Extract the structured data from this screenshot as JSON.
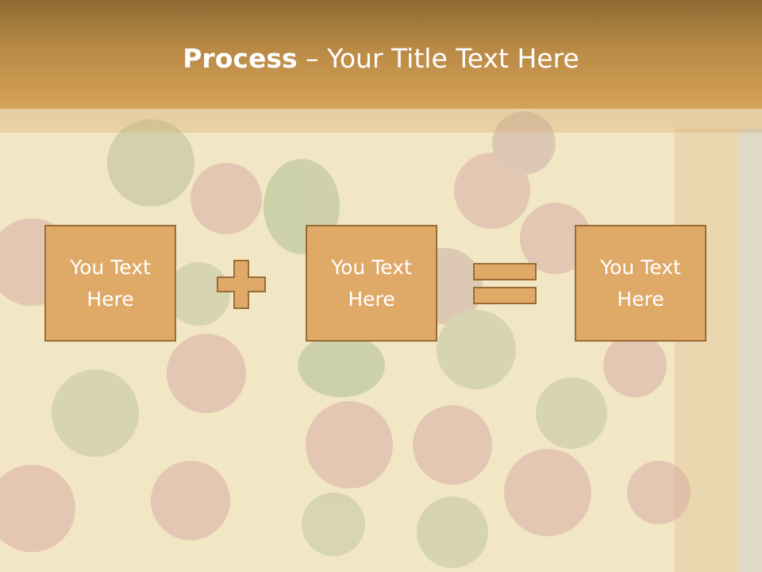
{
  "slide": {
    "title_bold": "Process",
    "title_rest": " – Your Title Text Here"
  },
  "process": {
    "boxes": [
      {
        "label": "You Text Here"
      },
      {
        "label": "You Text Here"
      },
      {
        "label": "You Text Here"
      }
    ],
    "operators": [
      "plus-icon",
      "equals-icon"
    ]
  },
  "colors": {
    "title_band": "#c08f4a",
    "box_fill": "#dfa968",
    "box_border": "#9a6c35",
    "operator_fill": "#dfa968",
    "text": "#ffffff"
  }
}
